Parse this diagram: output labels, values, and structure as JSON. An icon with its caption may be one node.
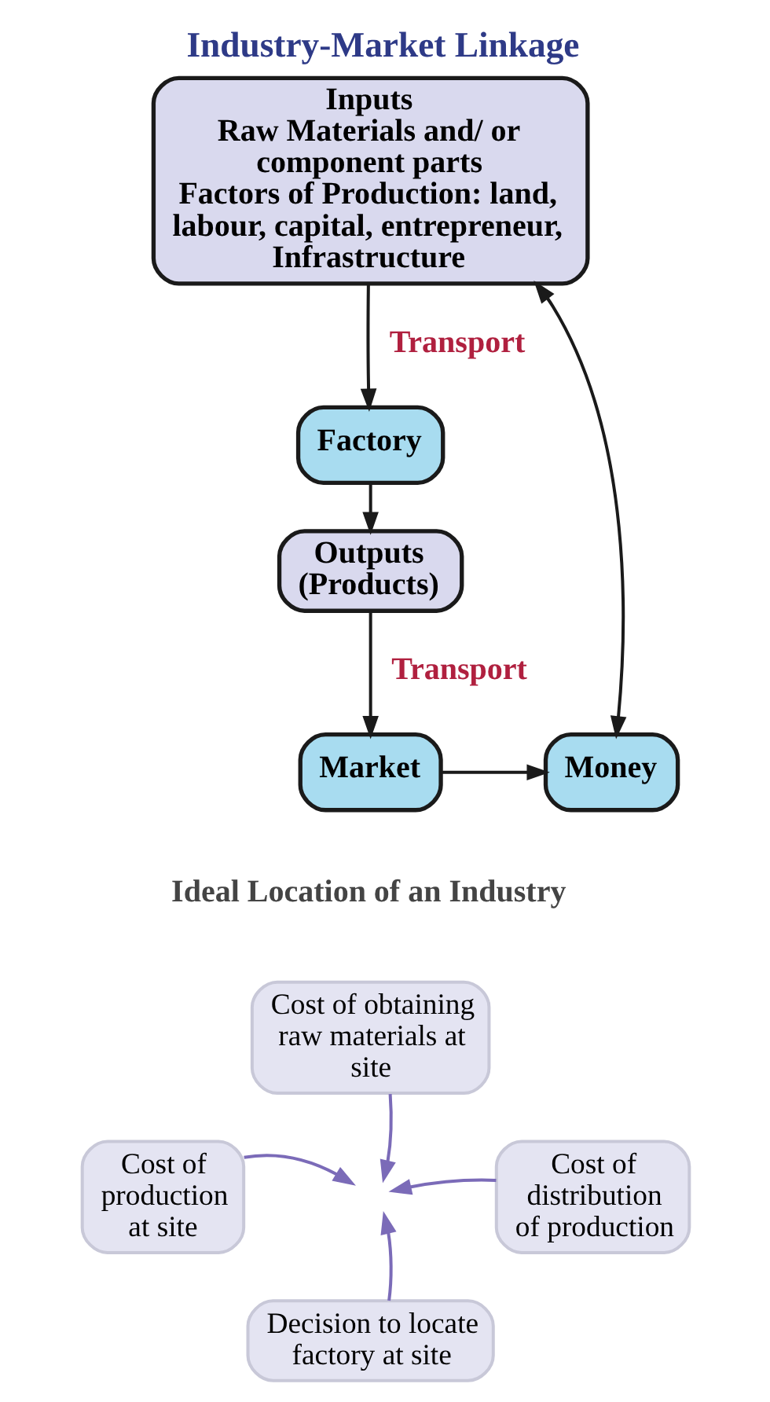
{
  "diagram": {
    "title": "Industry-Market Linkage",
    "nodes": [
      {
        "text": [
          "Inputs",
          "Raw Materials and/ or component parts",
          "Factors of Production: land, labour, capital, entrepreneur, Infrastructure"
        ]
      },
      {
        "text": [
          "Factory"
        ]
      },
      {
        "text": [
          "Outputs (Products)"
        ]
      },
      {
        "text": [
          "Market"
        ]
      },
      {
        "text": [
          "Money"
        ]
      },
      {
        "text": [
          "Cost of obtaining raw materials at site"
        ]
      },
      {
        "text": [
          "Cost of production at site"
        ]
      },
      {
        "text": [
          "Cost of distribution of production"
        ]
      },
      {
        "text": [
          "Decision to locate factory at site"
        ]
      }
    ],
    "edges": [
      {
        "from": 0,
        "to": 1,
        "arrow": "to",
        "label": "Transport"
      },
      {
        "from": 1,
        "to": 2,
        "arrow": "to"
      },
      {
        "from": 2,
        "to": 3,
        "arrow": "to",
        "label": "Transport"
      },
      {
        "from": 3,
        "to": 4,
        "arrow": "to"
      },
      {
        "from": 4,
        "to": 0,
        "arrow": "both"
      },
      {
        "from": 5,
        "to": null,
        "arrow": "to",
        "color": "#7b6bb8"
      },
      {
        "from": 6,
        "to": null,
        "arrow": "to",
        "color": "#7b6bb8"
      },
      {
        "from": 7,
        "to": null,
        "arrow": "to",
        "color": "#7b6bb8"
      },
      {
        "from": 8,
        "to": null,
        "arrow": "to",
        "color": "#7b6bb8"
      }
    ],
    "labels": [
      "Ideal Location of an Industry"
    ]
  }
}
